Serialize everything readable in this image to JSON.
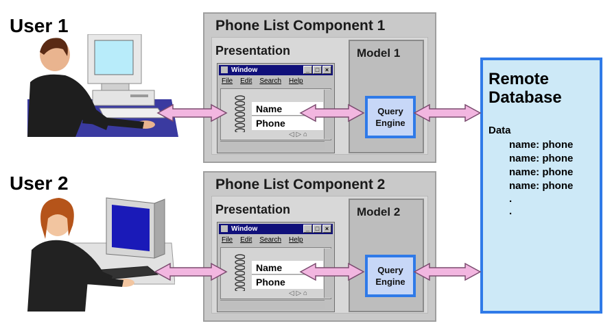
{
  "users": [
    {
      "label": "User 1"
    },
    {
      "label": "User 2"
    }
  ],
  "components": [
    {
      "title": "Phone List Component 1",
      "presentation_label": "Presentation",
      "model_label": "Model 1",
      "query_engine": {
        "line1": "Query",
        "line2": "Engine"
      },
      "window": {
        "title": "Window",
        "menu": [
          "File",
          "Edit",
          "Search",
          "Help"
        ],
        "fields": [
          "Name",
          "Phone"
        ]
      }
    },
    {
      "title": "Phone List Component 2",
      "presentation_label": "Presentation",
      "model_label": "Model 2",
      "query_engine": {
        "line1": "Query",
        "line2": "Engine"
      },
      "window": {
        "title": "Window",
        "menu": [
          "File",
          "Edit",
          "Search",
          "Help"
        ],
        "fields": [
          "Name",
          "Phone"
        ]
      }
    }
  ],
  "remote_database": {
    "title_line1": "Remote",
    "title_line2": "Database",
    "data_label": "Data",
    "records": [
      "name: phone",
      "name: phone",
      "name: phone",
      "name: phone"
    ],
    "ellipsis": [
      ".",
      "."
    ]
  },
  "colors": {
    "arrow_fill": "#f2b6e0",
    "arrow_stroke": "#7a4a6e",
    "accent_blue": "#2f7ae8"
  }
}
